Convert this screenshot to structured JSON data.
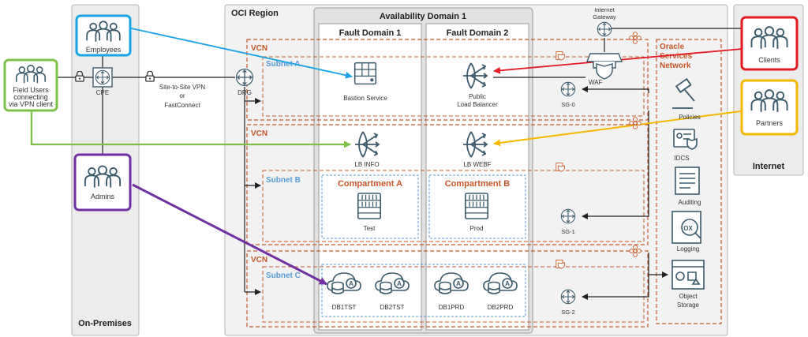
{
  "regions": {
    "on_premises": "On-Premises",
    "oci_region": "OCI Region",
    "availability_domain": "Availability Domain 1",
    "fault_domain_1": "Fault Domain 1",
    "fault_domain_2": "Fault Domain 2",
    "internet": "Internet",
    "oracle_services_network": [
      "Oracle",
      "Services",
      "Network"
    ]
  },
  "networks": {
    "vcn_label": "VCN",
    "subnet_a": "Subnet A",
    "subnet_b": "Subnet B",
    "subnet_c": "Subnet C",
    "compartment_a": "Compartment A",
    "compartment_b": "Compartment B"
  },
  "user_groups": {
    "employees": "Employees",
    "field_users": [
      "Field Users",
      "connecting",
      "via VPN client"
    ],
    "admins": "Admins",
    "clients": "Clients",
    "partners": "Partners"
  },
  "components": {
    "cpe": "CPE",
    "drg": "DRG",
    "vpn_link": [
      "Site-to-Site VPN",
      "or",
      "FastConnect"
    ],
    "internet_gateway": [
      "Internet",
      "Gateway"
    ],
    "waf": "WAF",
    "bastion": "Bastion Service",
    "public_lb": [
      "Public",
      "Load Balancer"
    ],
    "lb_info": "LB INFO",
    "lb_webf": "LB WEBF",
    "test": "Test",
    "prod": "Prod",
    "sg0": "SG-0",
    "sg1": "SG-1",
    "sg2": "SG-2",
    "db1tst": "DB1TST",
    "db2tst": "DB2TST",
    "db1prd": "DB1PRD",
    "db2prd": "DB2PRD"
  },
  "services": {
    "policies": "Policies",
    "idcs": "IDCS",
    "auditing": "Auditing",
    "logging": "Logging",
    "object_storage": [
      "Object",
      "Storage"
    ]
  },
  "colors": {
    "employees": "#1aa3e6",
    "field_users": "#7cc04b",
    "admins": "#7030a0",
    "clients": "#e31b23",
    "partners": "#f5b800",
    "oracle_orange": "#c8582a",
    "subnet_blue": "#5a9bd5",
    "icon": "#3b5a6b"
  }
}
